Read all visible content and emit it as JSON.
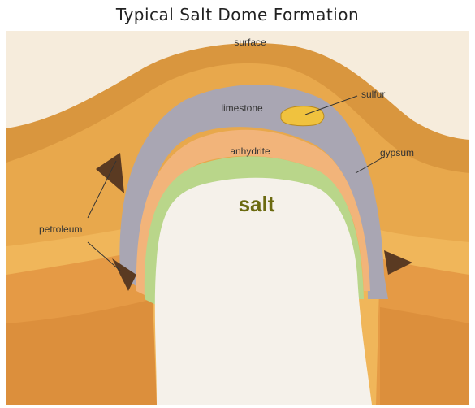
{
  "title": "Typical Salt Dome Formation",
  "labels": {
    "surface": "surface",
    "sulfur": "sulfur",
    "limestone": "limestone",
    "anhydrite": "anhydrite",
    "gypsum": "gypsum",
    "salt": "salt",
    "petroleum": "petroleum"
  },
  "colors": {
    "surface_layer": "#d9963e",
    "upper_sediment": "#e8a84c",
    "lower_sediment": "#f0b65a",
    "deep_sediment": "#e59a45",
    "limestone": "#a9a6b3",
    "gypsum": "#f2b47a",
    "anhydrite": "#b9d68a",
    "salt": "#f5f1ea",
    "sulfur": "#f0c23e",
    "petroleum": "#5a3a22",
    "salt_text": "#6b6a10",
    "sky": "#f6ecdc"
  }
}
